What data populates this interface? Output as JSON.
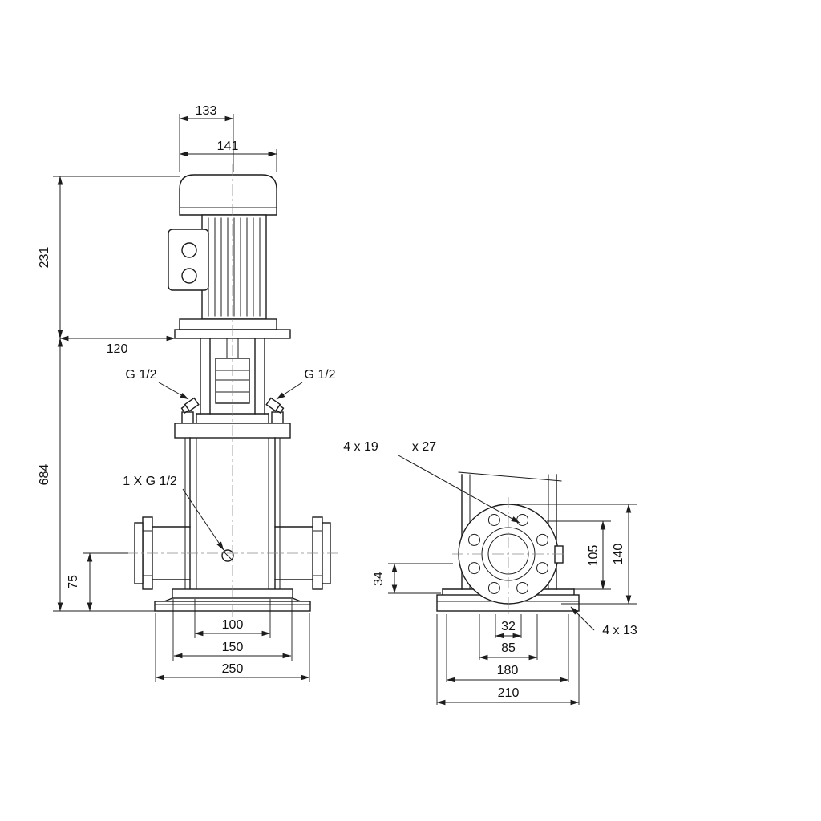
{
  "meta": {
    "drawing_type": "pump dimensional drawing",
    "line_color": "#1c1c1c",
    "background_color": "#ffffff"
  },
  "front_view": {
    "dim_motor_width_top": "133",
    "dim_motor_width": "141",
    "dim_motor_height": "231",
    "dim_head_offset": "120",
    "dim_pump_height": "684",
    "dim_port_height": "75",
    "dim_base_inner_width": "100",
    "dim_base_mid_width": "150",
    "dim_base_outer_width": "250",
    "label_plug_left": "G 1/2",
    "label_plug_right": "G 1/2",
    "label_drain_plug": "1 X G 1/2"
  },
  "side_view": {
    "label_flange_holes": "4 x 19",
    "label_flange_counterbore": "x 27",
    "dim_base_height": "34",
    "dim_port_mid_height": "105",
    "dim_port_top_height": "140",
    "dim_port_bore": "32",
    "dim_bolt_span": "85",
    "dim_base_hole_spacing": "180",
    "dim_base_width": "210",
    "label_base_holes": "4 x 13"
  }
}
